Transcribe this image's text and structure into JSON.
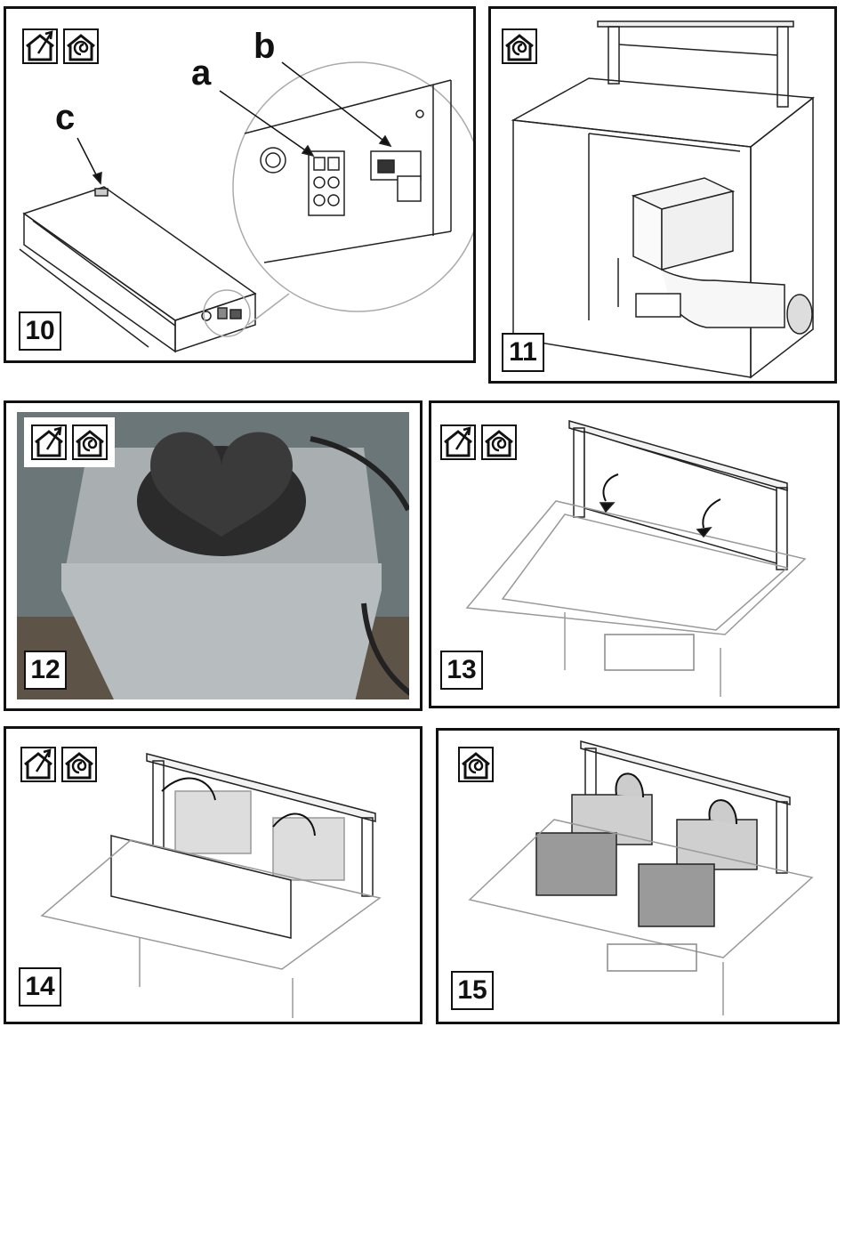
{
  "panels": [
    {
      "id": "10",
      "label": "10",
      "icons": [
        "extraction-icon",
        "recirculation-icon"
      ]
    },
    {
      "id": "11",
      "label": "11",
      "icons": [
        "recirculation-icon"
      ]
    },
    {
      "id": "12",
      "label": "12",
      "icons": [
        "extraction-icon",
        "recirculation-icon"
      ]
    },
    {
      "id": "13",
      "label": "13",
      "icons": [
        "extraction-icon",
        "recirculation-icon"
      ]
    },
    {
      "id": "14",
      "label": "14",
      "icons": [
        "extraction-icon",
        "recirculation-icon"
      ]
    },
    {
      "id": "15",
      "label": "15",
      "icons": [
        "recirculation-icon"
      ]
    }
  ],
  "callouts": {
    "a": "a",
    "b": "b",
    "c": "c"
  }
}
